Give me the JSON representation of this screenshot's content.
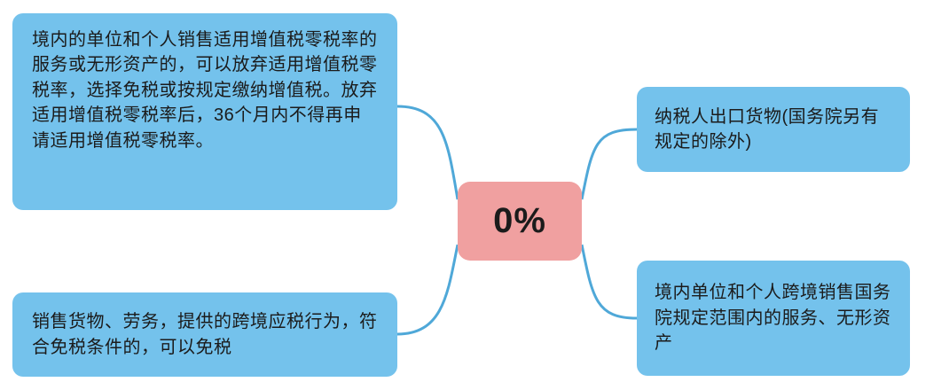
{
  "diagram": {
    "center": {
      "label": "0%",
      "color": "#f0a0a0"
    },
    "branch_color": "#74c2ec",
    "connector_color": "#4fa8d8",
    "nodes": {
      "top_left": "境内的单位和个人销售适用增值税零税率的服务或无形资产的，可以放弃适用增值税零税率，选择免税或按规定缴纳增值税。放弃适用增值税零税率后，36个月内不得再申请适用增值税零税率。",
      "bottom_left": "销售货物、劳务，提供的跨境应税行为，符合免税条件的，可以免税",
      "top_right": "纳税人出口货物(国务院另有规定的除外)",
      "bottom_right": "境内单位和个人跨境销售国务院规定范围内的服务、无形资产"
    }
  }
}
